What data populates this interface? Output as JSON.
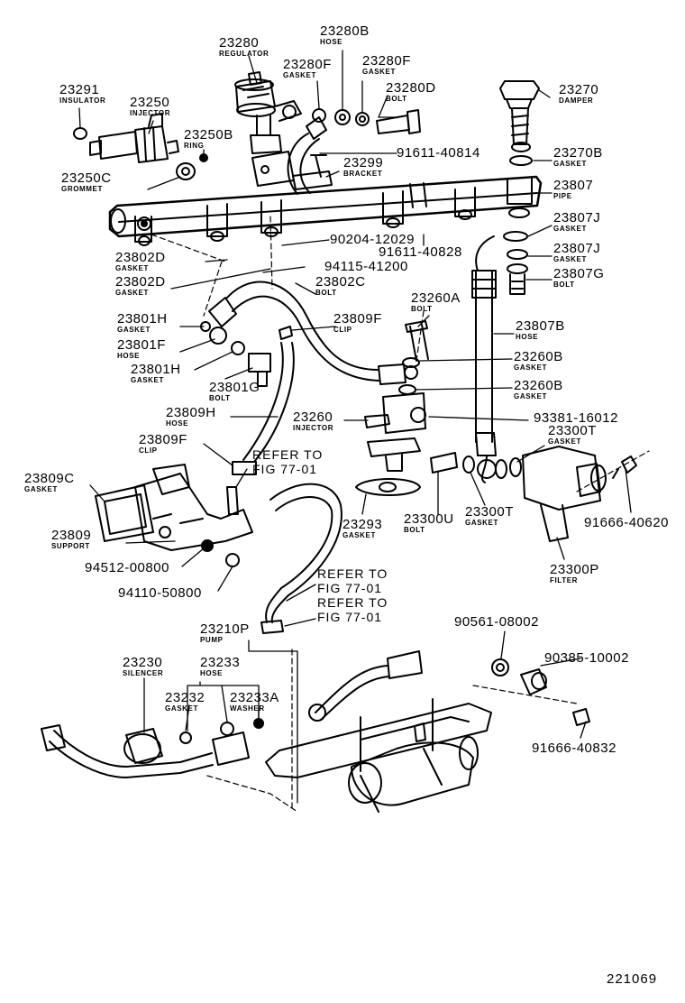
{
  "diagram_code": "221069",
  "references": [
    {
      "line1": "REFER TO",
      "line2": "FIG 77-01"
    },
    {
      "line1": "REFER TO",
      "line2": "FIG 77-01"
    },
    {
      "line1": "REFER TO",
      "line2": "FIG 77-01"
    }
  ],
  "parts": [
    {
      "number": "23280",
      "name": "REGULATOR"
    },
    {
      "number": "23280B",
      "name": "HOSE"
    },
    {
      "number": "23280F",
      "name": "GASKET"
    },
    {
      "number": "23280F",
      "name": "GASKET"
    },
    {
      "number": "23280D",
      "name": "BOLT"
    },
    {
      "number": "23291",
      "name": "INSULATOR"
    },
    {
      "number": "23250",
      "name": "INJECTOR"
    },
    {
      "number": "23250B",
      "name": "RING"
    },
    {
      "number": "23250C",
      "name": "GROMMET"
    },
    {
      "number": "91611-40814",
      "name": ""
    },
    {
      "number": "23299",
      "name": "BRACKET"
    },
    {
      "number": "23270",
      "name": "DAMPER"
    },
    {
      "number": "23270B",
      "name": "GASKET"
    },
    {
      "number": "23807",
      "name": "PIPE"
    },
    {
      "number": "23807J",
      "name": "GASKET"
    },
    {
      "number": "23807J",
      "name": "GASKET"
    },
    {
      "number": "23807G",
      "name": "BOLT"
    },
    {
      "number": "90204-12029",
      "name": ""
    },
    {
      "number": "91611-40828",
      "name": ""
    },
    {
      "number": "94115-41200",
      "name": ""
    },
    {
      "number": "23802D",
      "name": "GASKET"
    },
    {
      "number": "23802D",
      "name": "GASKET"
    },
    {
      "number": "23802C",
      "name": "BOLT"
    },
    {
      "number": "23260A",
      "name": "BOLT"
    },
    {
      "number": "23807B",
      "name": "HOSE"
    },
    {
      "number": "23801H",
      "name": "GASKET"
    },
    {
      "number": "23801F",
      "name": "HOSE"
    },
    {
      "number": "23809F",
      "name": "CLIP"
    },
    {
      "number": "23801H",
      "name": "GASKET"
    },
    {
      "number": "23801G",
      "name": "BOLT"
    },
    {
      "number": "23260B",
      "name": "GASKET"
    },
    {
      "number": "23260B",
      "name": "GASKET"
    },
    {
      "number": "23809H",
      "name": "HOSE"
    },
    {
      "number": "23260",
      "name": "INJECTOR"
    },
    {
      "number": "93381-16012",
      "name": ""
    },
    {
      "number": "23300T",
      "name": "GASKET"
    },
    {
      "number": "23809F",
      "name": "CLIP"
    },
    {
      "number": "23809C",
      "name": "GASKET"
    },
    {
      "number": "23809",
      "name": "SUPPORT"
    },
    {
      "number": "23293",
      "name": "GASKET"
    },
    {
      "number": "23300U",
      "name": "BOLT"
    },
    {
      "number": "23300T",
      "name": "GASKET"
    },
    {
      "number": "91666-40620",
      "name": ""
    },
    {
      "number": "94512-00800",
      "name": ""
    },
    {
      "number": "94110-50800",
      "name": ""
    },
    {
      "number": "23300P",
      "name": "FILTER"
    },
    {
      "number": "23210P",
      "name": "PUMP"
    },
    {
      "number": "90561-08002",
      "name": ""
    },
    {
      "number": "23230",
      "name": "SILENCER"
    },
    {
      "number": "23233",
      "name": "HOSE"
    },
    {
      "number": "90385-10002",
      "name": ""
    },
    {
      "number": "23232",
      "name": "GASKET"
    },
    {
      "number": "23233A",
      "name": "WASHER"
    },
    {
      "number": "91666-40832",
      "name": ""
    }
  ]
}
